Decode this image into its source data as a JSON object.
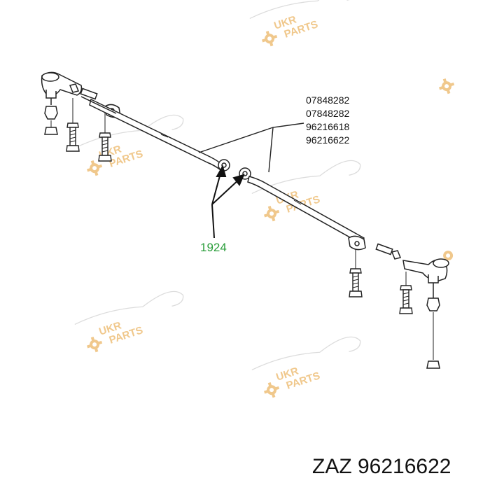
{
  "part_numbers": [
    "07848282",
    "07848282",
    "96216618",
    "96216622"
  ],
  "callout_label": "1924",
  "caption": "ZAZ 96216622",
  "watermark": {
    "line1": "UKR",
    "line2": "PARTS",
    "color": "#f0c88c",
    "icon": "gear-icon"
  },
  "colors": {
    "line": "#222222",
    "callout": "#2a9d3a",
    "watermark": "#f0c88c"
  }
}
